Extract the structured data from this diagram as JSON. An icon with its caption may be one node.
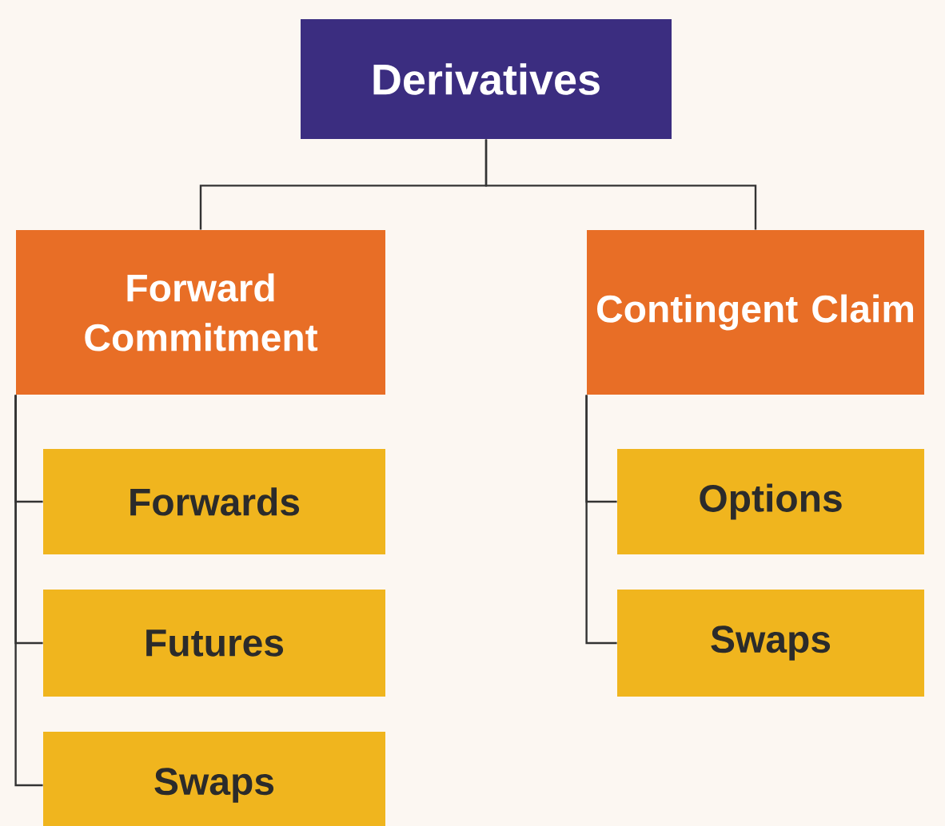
{
  "diagram": {
    "nodes": [
      {
        "text": [
          "Derivatives"
        ]
      },
      {
        "text": [
          "Forward Commitment"
        ]
      },
      {
        "text": [
          "Contingent Claim"
        ]
      },
      {
        "text": [
          "Forwards"
        ]
      },
      {
        "text": [
          "Futures"
        ]
      },
      {
        "text": [
          "Swaps"
        ]
      },
      {
        "text": [
          "Options"
        ]
      },
      {
        "text": [
          "Swaps"
        ]
      }
    ],
    "edges": [
      {
        "from": 0,
        "to": 1,
        "arrow": "none"
      },
      {
        "from": 0,
        "to": 2,
        "arrow": "none"
      },
      {
        "from": 1,
        "to": 3,
        "arrow": "none"
      },
      {
        "from": 1,
        "to": 4,
        "arrow": "none"
      },
      {
        "from": 1,
        "to": 5,
        "arrow": "none"
      },
      {
        "from": 2,
        "to": 6,
        "arrow": "none"
      },
      {
        "from": 2,
        "to": 7,
        "arrow": "none"
      }
    ]
  }
}
